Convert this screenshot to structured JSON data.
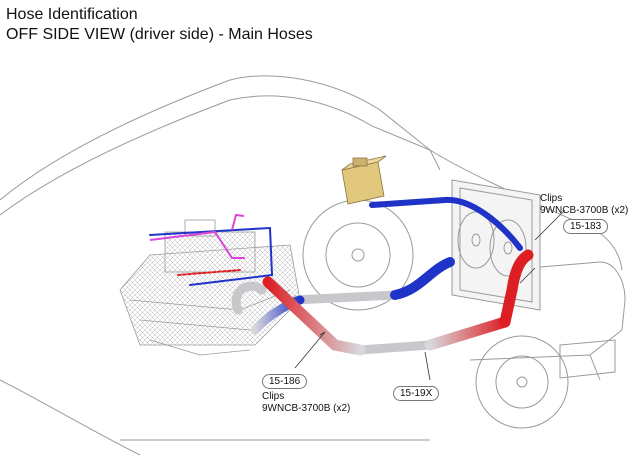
{
  "title": {
    "line1": "Hose Identification",
    "line2": "OFF SIDE VIEW (driver side) - Main Hoses"
  },
  "callouts": {
    "clips_top": {
      "label": "Clips",
      "part": "9WNCB-3700B  (x2)"
    },
    "clips_bottom": {
      "label": "Clips",
      "part": "9WNCB-3700B  (x2)"
    }
  },
  "tags": {
    "t1": "15-183",
    "t2": "15-186",
    "t3": "15-19X"
  },
  "colors": {
    "hot_hose": "#dd1f24",
    "cold_hose": "#1f33c8",
    "pipe": "#c8c8cc",
    "heater_hose": "#dd44dd",
    "expansion_tank": "#e2c87c",
    "outline": "#9a9a9a"
  }
}
